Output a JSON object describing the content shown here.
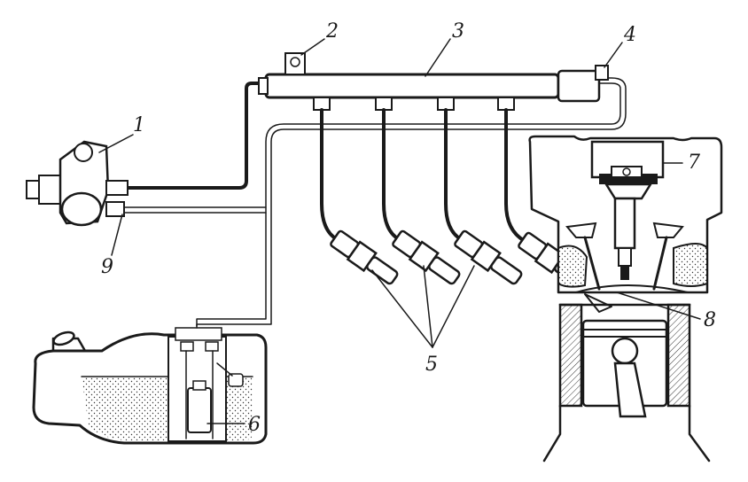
{
  "diagram": {
    "callouts": [
      {
        "id": "c1",
        "label": "1"
      },
      {
        "id": "c2",
        "label": "2"
      },
      {
        "id": "c3",
        "label": "3"
      },
      {
        "id": "c4",
        "label": "4"
      },
      {
        "id": "c5",
        "label": "5"
      },
      {
        "id": "c6",
        "label": "6"
      },
      {
        "id": "c7",
        "label": "7"
      },
      {
        "id": "c8",
        "label": "8"
      },
      {
        "id": "c9",
        "label": "9"
      }
    ]
  },
  "colors": {
    "ink": "#1a1a1a",
    "background": "#ffffff"
  }
}
